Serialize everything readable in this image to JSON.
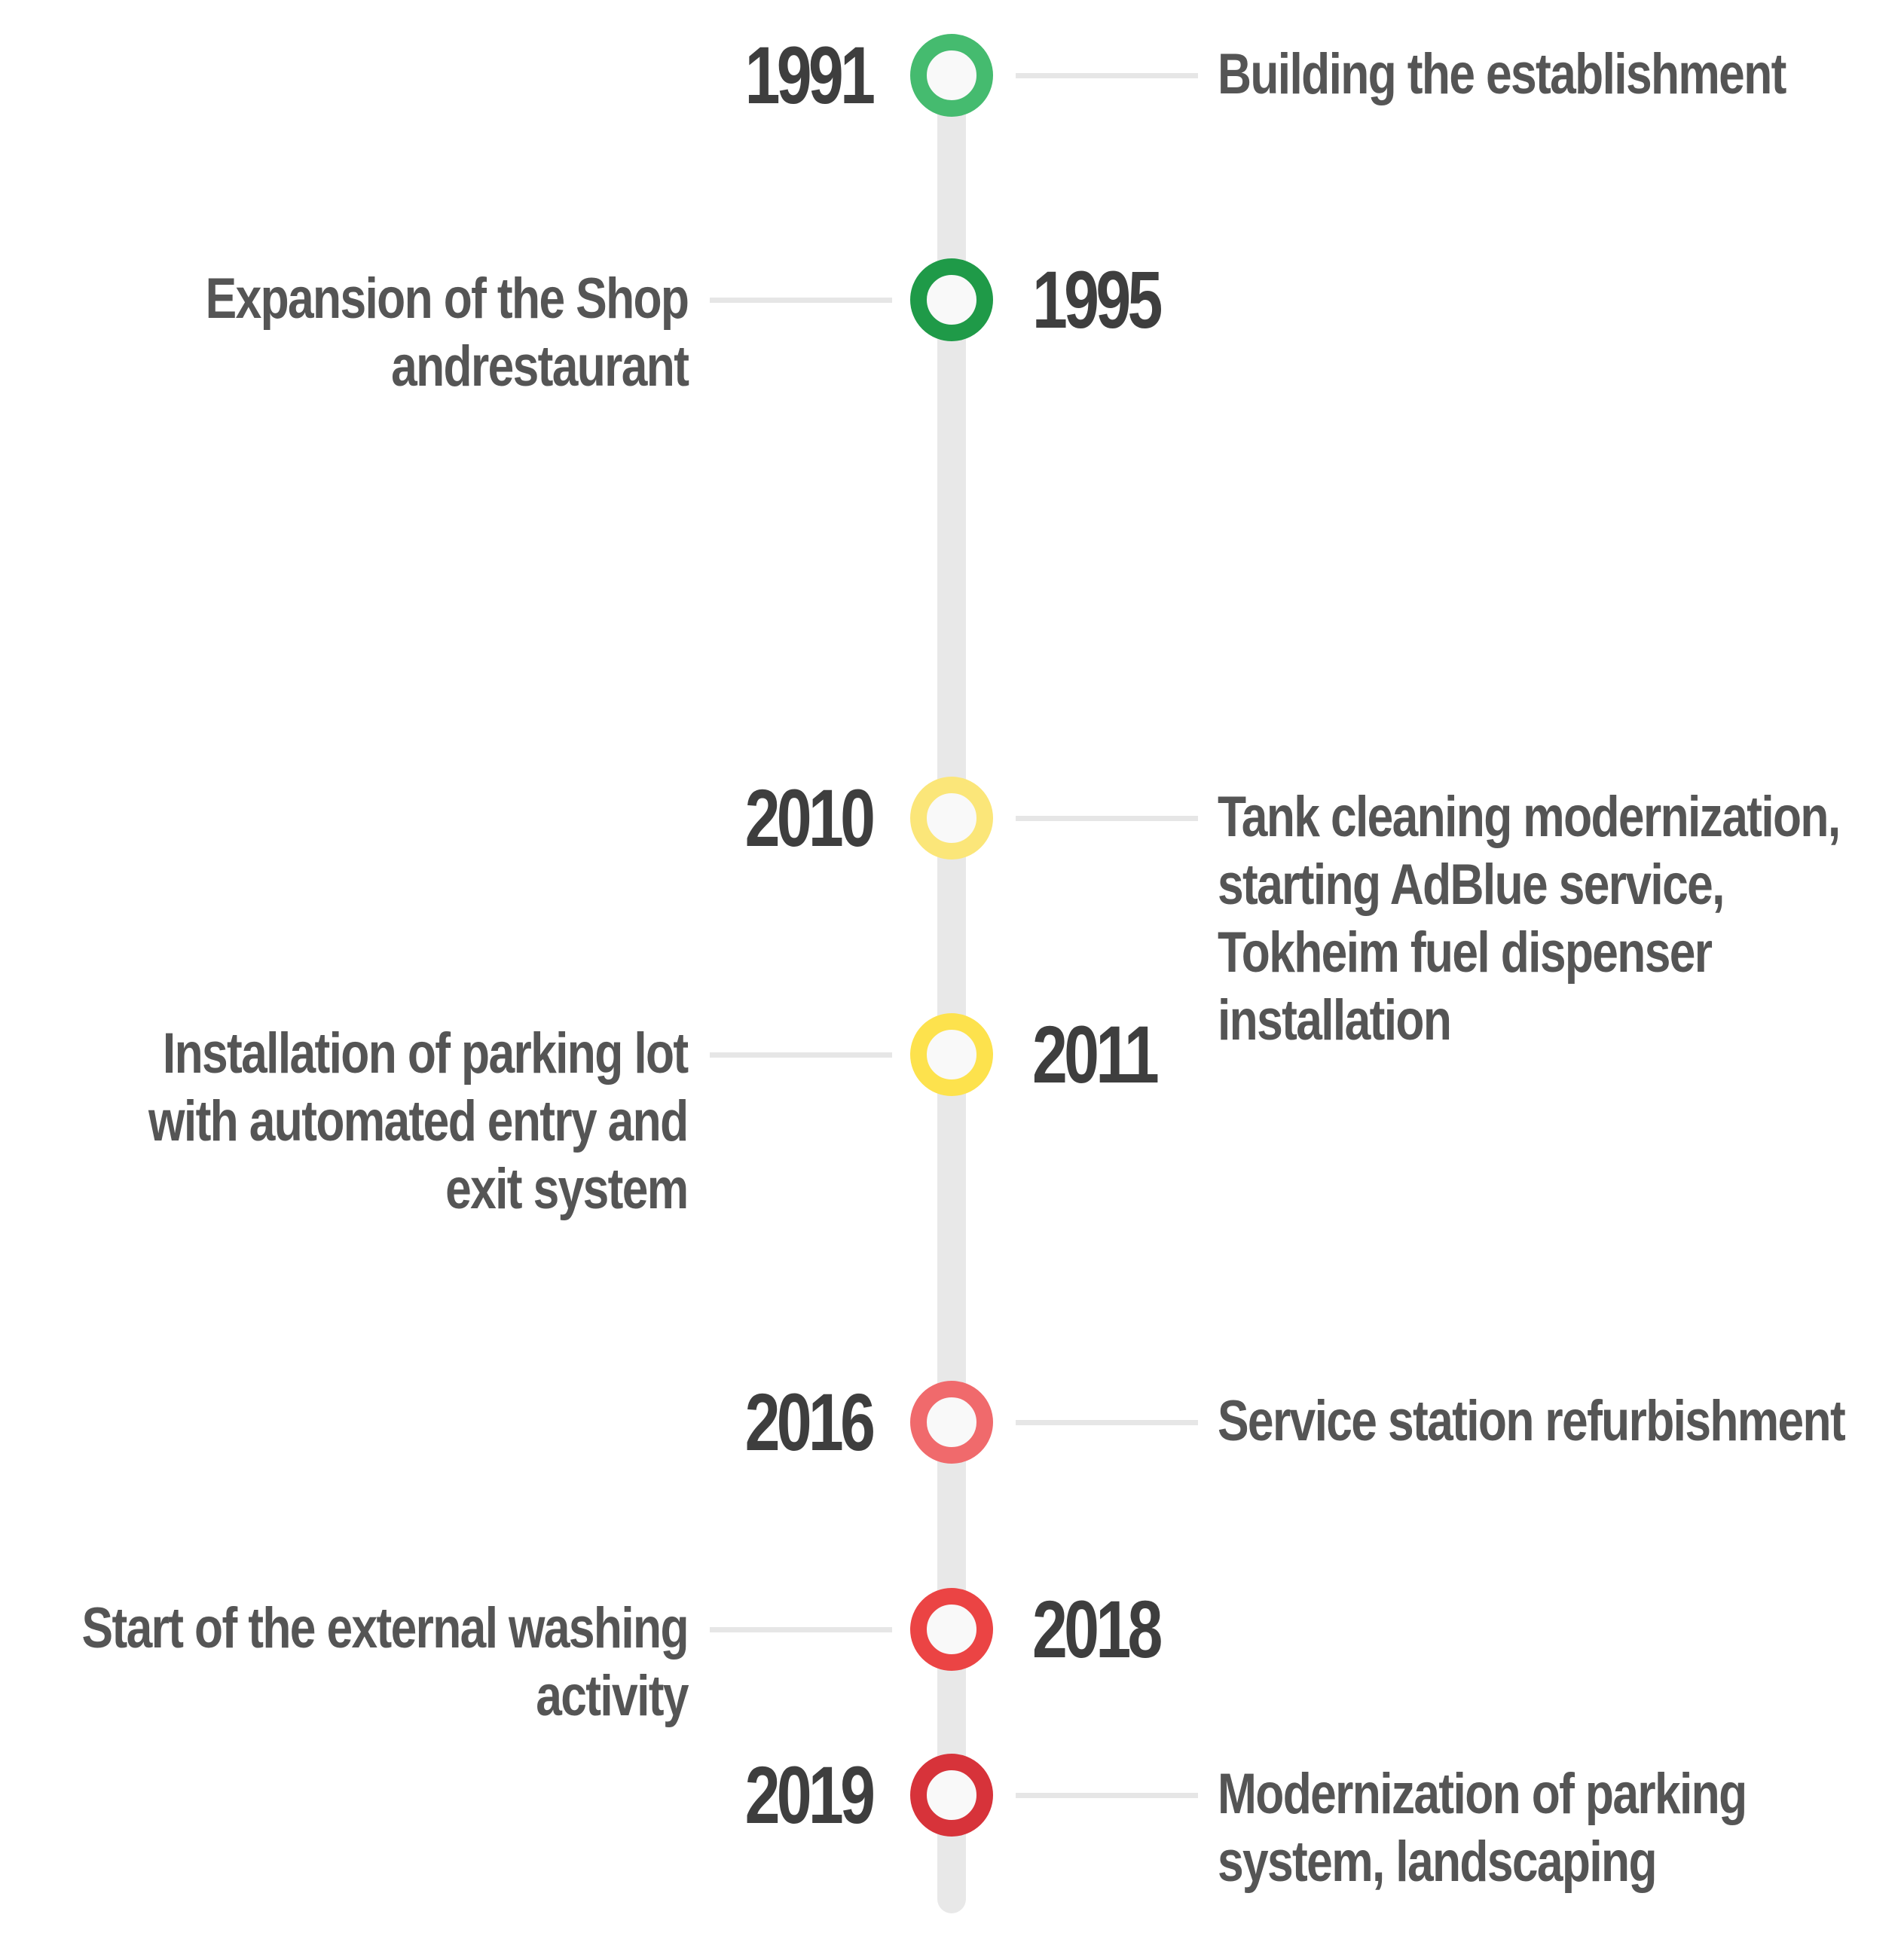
{
  "timeline": {
    "events": [
      {
        "year": "1991",
        "description": "Building the establishment",
        "color": "#45bb6f"
      },
      {
        "year": "1995",
        "description": "Expansion of the Shop\nandrestaurant",
        "color": "#1f9a48"
      },
      {
        "year": "2010",
        "description": "Tank cleaning modernization,\nstarting AdBlue service,\nTokheim fuel dispenser\ninstallation",
        "color": "#fbe679"
      },
      {
        "year": "2011",
        "description": "Installation of parking lot\nwith automated entry and\nexit system",
        "color": "#fde24d"
      },
      {
        "year": "2016",
        "description": "Service station refurbishment",
        "color": "#f06a6c"
      },
      {
        "year": "2018",
        "description": "Start of the external washing\nactivity",
        "color": "#eb4444"
      },
      {
        "year": "2019",
        "description": "Modernization of parking\nsystem, landscaping",
        "color": "#d7333a"
      }
    ]
  }
}
